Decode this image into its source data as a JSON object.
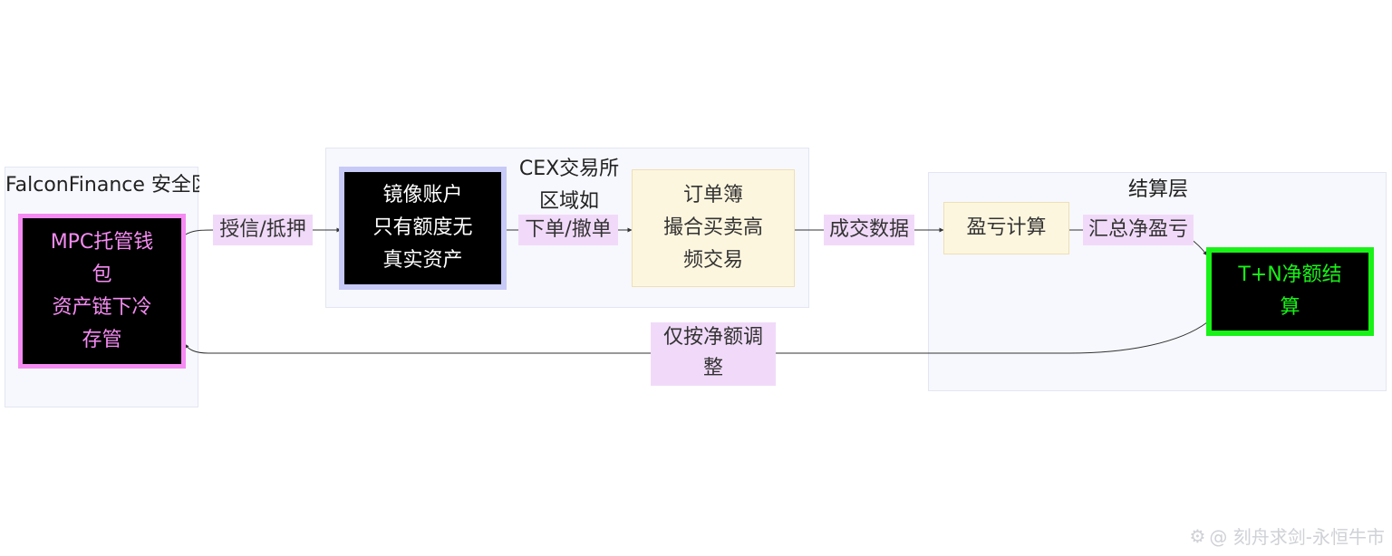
{
  "clusters": {
    "falcon": {
      "title": "FalconFinance\n安全区"
    },
    "cex": {
      "title": "CEX交易所\n区域如"
    },
    "settle": {
      "title": "结算层"
    }
  },
  "nodes": {
    "mpc": {
      "label": "MPC托管钱\n包\n资产链下冷\n存管",
      "fill": "#000000",
      "border": "#f58bf2",
      "text_color": "#f58bf2"
    },
    "mirror": {
      "label": "镜像账户\n只有额度无\n真实资产",
      "fill": "#000000",
      "border": "#c7c9f7",
      "text_color": "#ffffff"
    },
    "orderbook": {
      "label": "订单簿\n撮合买卖高\n频交易",
      "fill": "#fdf6df",
      "border": "#eedfb4",
      "text_color": "#333333"
    },
    "pnl": {
      "label": "盈亏计算",
      "fill": "#fdf6df",
      "border": "#eedfb4",
      "text_color": "#333333"
    },
    "tn": {
      "label": "T+N净额结\n算",
      "fill": "#000000",
      "border": "#18f217",
      "text_color": "#18f217"
    }
  },
  "edges": {
    "credit": "授信/抵押",
    "order": "下单/撤单",
    "fill_data": "成交数据",
    "net_pnl": "汇总净盈亏",
    "adjust": "仅按净额调\n整"
  },
  "watermark": {
    "text": "@ 刻舟求剑-永恒牛市",
    "icon": "gear-icon"
  }
}
